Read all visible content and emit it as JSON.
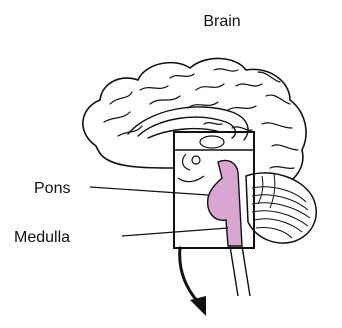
{
  "diagram": {
    "title": "Brain",
    "labels": {
      "pons": "Pons",
      "medulla": "Medulla"
    },
    "colors": {
      "outline": "#111111",
      "highlight_fill": "#d9a6d2",
      "background": "#ffffff"
    }
  }
}
